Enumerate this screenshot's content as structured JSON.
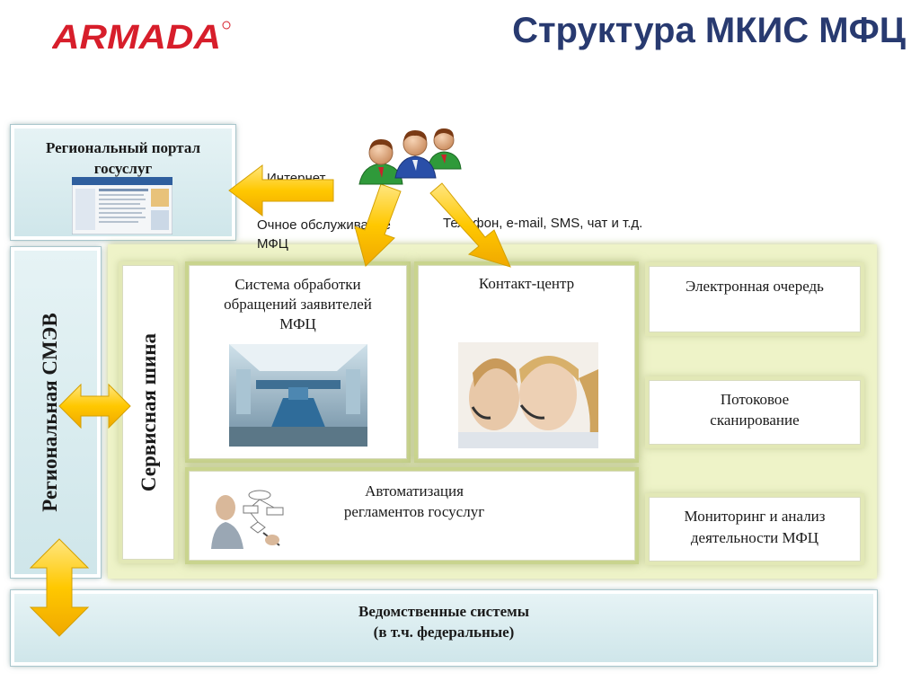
{
  "header": {
    "logo_text": "ARMADA",
    "title": "Структура МКИС МФЦ"
  },
  "portal": {
    "title_line1": "Региональный  портал",
    "title_line2": "госуслуг"
  },
  "channels": {
    "internet": "Интернет",
    "in_person_line1": "Очное обслуживание",
    "in_person_line2": "МФЦ",
    "remote": "Телефон, e-mail, SMS, чат и т.д."
  },
  "smev": {
    "label": "Региональная СМЭВ"
  },
  "bus": {
    "label": "Сервисная шина"
  },
  "modules": {
    "processing_line1": "Система обработки",
    "processing_line2": "обращений заявителей",
    "processing_line3": "МФЦ",
    "contact_center": "Контакт-центр",
    "automation_line1": "Автоматизация",
    "automation_line2": "регламентов госуслуг",
    "queue": "Электронная очередь",
    "scanning_line1": "Потоковое",
    "scanning_line2": "сканирование",
    "monitoring_line1": "Мониторинг и анализ",
    "monitoring_line2": "деятельности МФЦ"
  },
  "departmental": {
    "line1": "Ведомственные системы",
    "line2": "(в т.ч. федеральные)"
  },
  "icons": {
    "users": "users-group-icon",
    "arrows": "arrow-icon",
    "logo_mark": "registered-mark"
  },
  "colors": {
    "title": "#283a70",
    "logo": "#d71e2b",
    "arrow": "#ffc400",
    "blue_box": "#d8ecef",
    "green_zone": "#eef3c8"
  }
}
